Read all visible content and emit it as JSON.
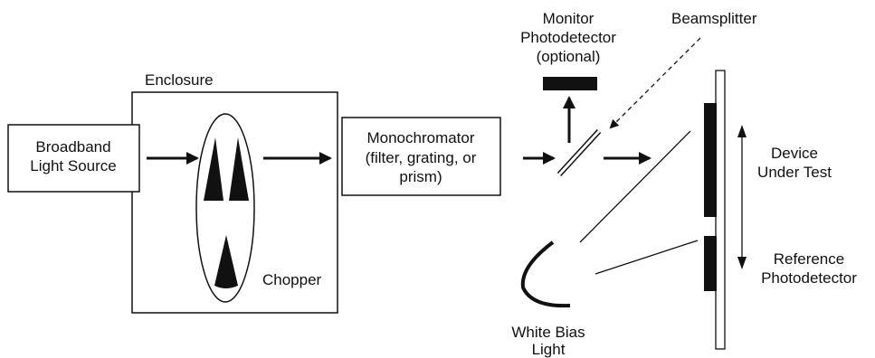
{
  "labels": {
    "enclosure": "Enclosure",
    "broadband_line1": "Broadband",
    "broadband_line2": "Light Source",
    "chopper": "Chopper",
    "mono_line1": "Monochromator",
    "mono_line2": "(filter, grating, or",
    "mono_line3": "prism)",
    "monitor_line1": "Monitor",
    "monitor_line2": "Photodetector",
    "monitor_line3": "(optional)",
    "beamsplitter": "Beamsplitter",
    "dut_line1": "Device",
    "dut_line2": "Under Test",
    "ref_line1": "Reference",
    "ref_line2": "Photodetector",
    "bias_line1": "White Bias",
    "bias_line2": "Light"
  },
  "colors": {
    "ink": "#111111",
    "background": "#ffffff"
  }
}
